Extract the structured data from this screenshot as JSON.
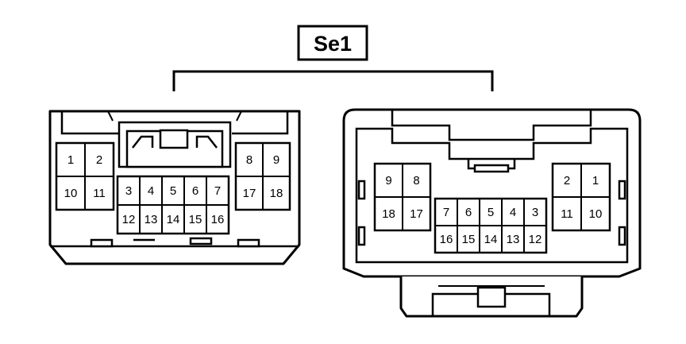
{
  "title": "Se1",
  "connectors": [
    {
      "name": "left-connector",
      "blocks": [
        {
          "rows": [
            [
              "1",
              "2"
            ],
            [
              "10",
              "11"
            ]
          ]
        },
        {
          "rows": [
            [
              "3",
              "4",
              "5",
              "6",
              "7"
            ],
            [
              "12",
              "13",
              "14",
              "15",
              "16"
            ]
          ]
        },
        {
          "rows": [
            [
              "8",
              "9"
            ],
            [
              "17",
              "18"
            ]
          ]
        }
      ]
    },
    {
      "name": "right-connector",
      "blocks": [
        {
          "rows": [
            [
              "9",
              "8"
            ],
            [
              "18",
              "17"
            ]
          ]
        },
        {
          "rows": [
            [
              "7",
              "6",
              "5",
              "4",
              "3"
            ],
            [
              "16",
              "15",
              "14",
              "13",
              "12"
            ]
          ]
        },
        {
          "rows": [
            [
              "2",
              "1"
            ],
            [
              "11",
              "10"
            ]
          ]
        }
      ]
    }
  ]
}
